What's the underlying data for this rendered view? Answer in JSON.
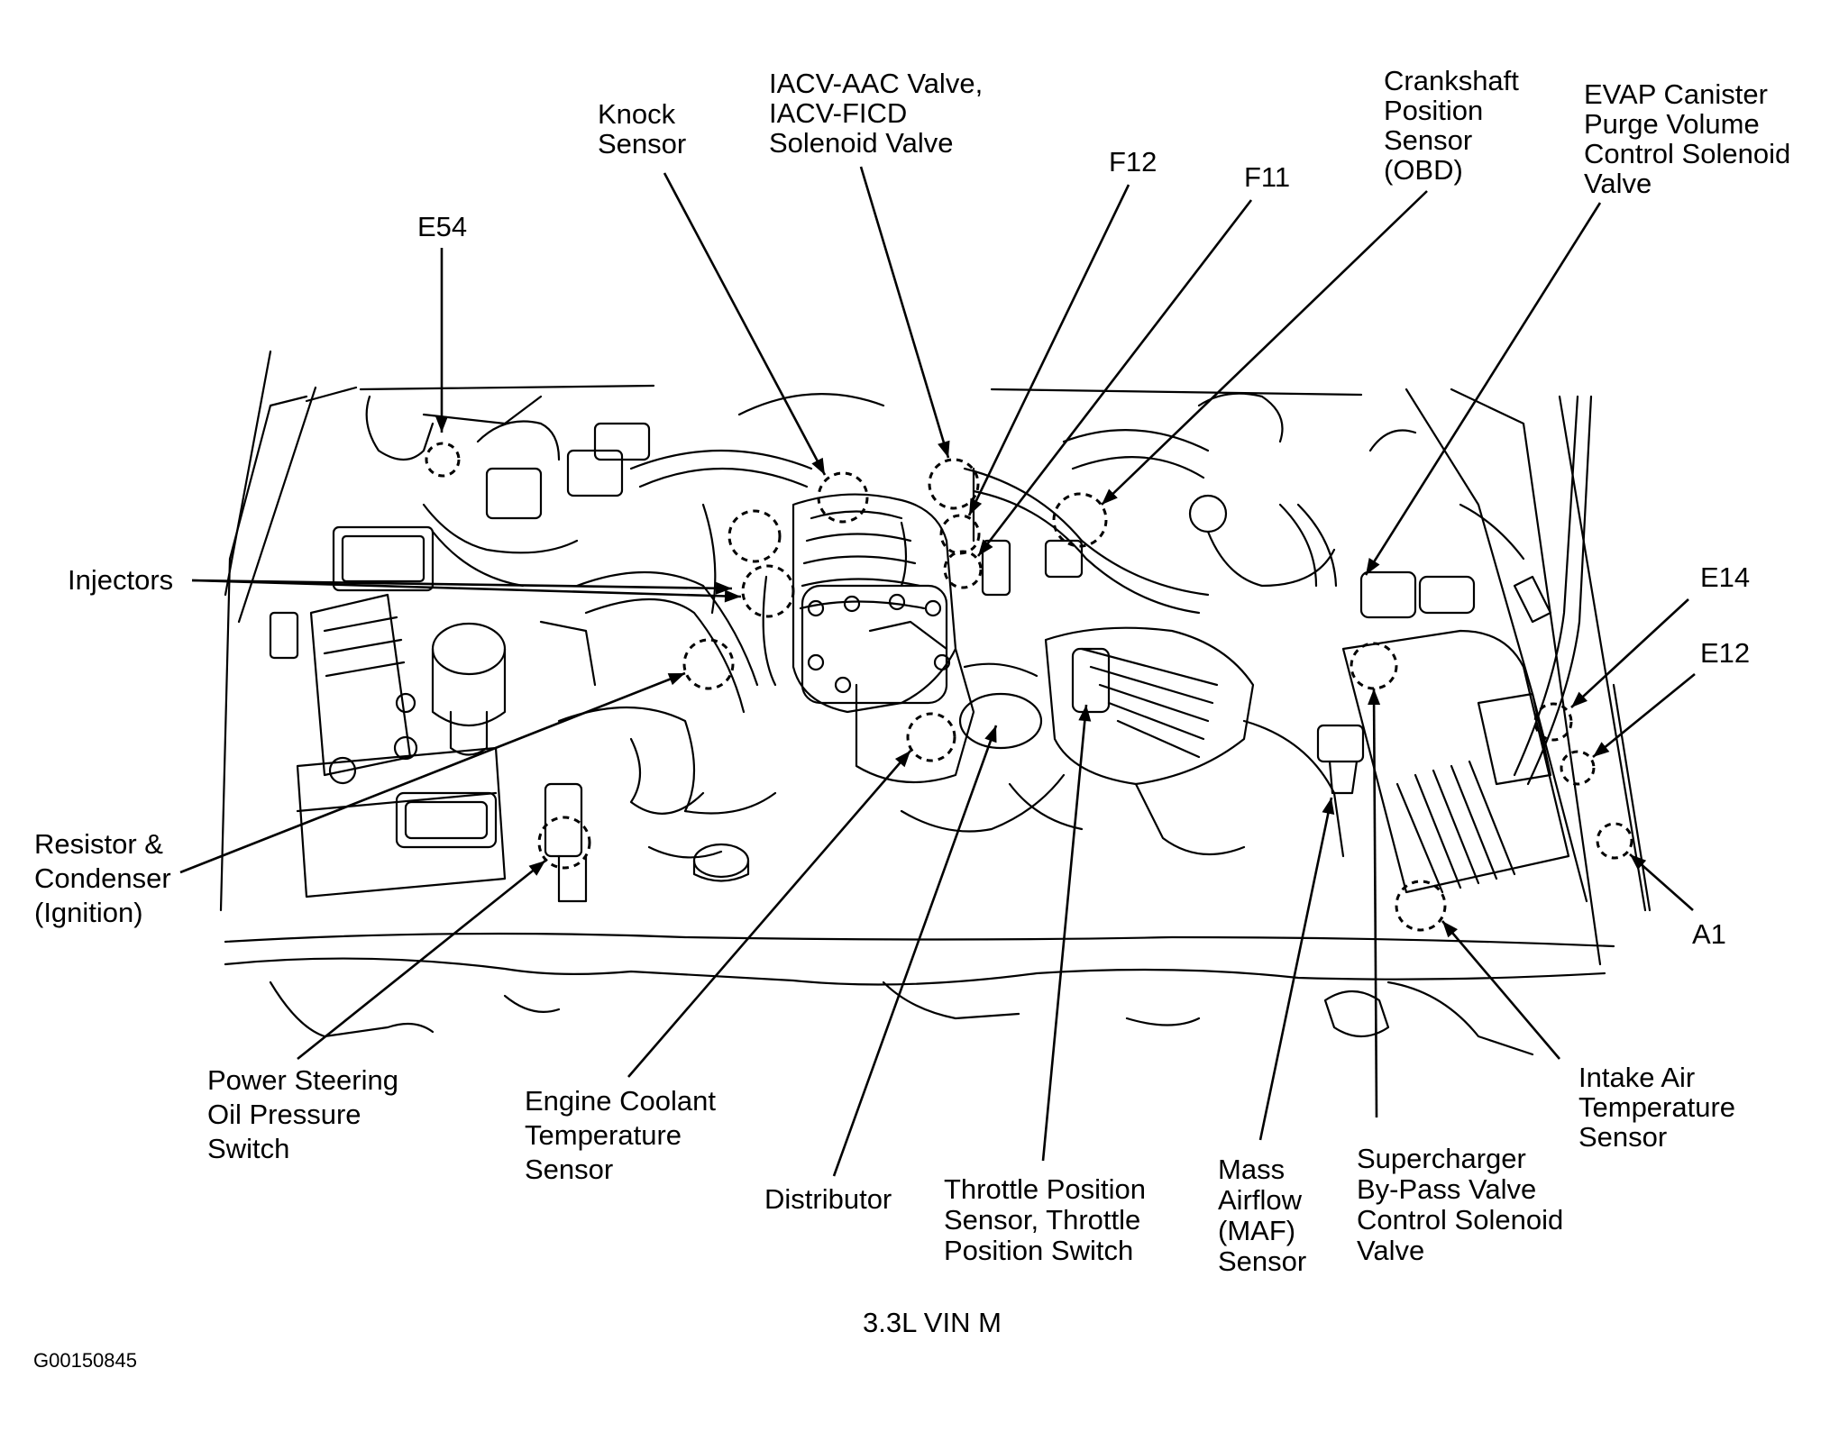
{
  "labels": {
    "knock_sensor": [
      "Knock",
      "Sensor"
    ],
    "iacv": [
      "IACV-AAC Valve,",
      "IACV-FICD",
      "Solenoid Valve"
    ],
    "f12": [
      "F12"
    ],
    "f11": [
      "F11"
    ],
    "crankshaft": [
      "Crankshaft",
      "Position",
      "Sensor",
      "(OBD)"
    ],
    "evap": [
      "EVAP Canister",
      "Purge Volume",
      "Control Solenoid",
      "Valve"
    ],
    "e54": [
      "E54"
    ],
    "injectors": [
      "Injectors"
    ],
    "e14": [
      "E14"
    ],
    "e12": [
      "E12"
    ],
    "resistor": [
      "Resistor &",
      "Condenser",
      "(Ignition)"
    ],
    "a1": [
      "A1"
    ],
    "power_steering": [
      "Power Steering",
      "Oil Pressure",
      "Switch"
    ],
    "coolant": [
      "Engine Coolant",
      "Temperature",
      "Sensor"
    ],
    "distributor": [
      "Distributor"
    ],
    "throttle": [
      "Throttle Position",
      "Sensor, Throttle",
      "Position Switch"
    ],
    "maf": [
      "Mass",
      "Airflow",
      "(MAF)",
      "Sensor"
    ],
    "supercharger": [
      "Supercharger",
      "By-Pass Valve",
      "Control Solenoid",
      "Valve"
    ],
    "intake_air": [
      "Intake Air",
      "Temperature",
      "Sensor"
    ]
  },
  "caption": "3.3L VIN M",
  "figure_code": "G00150845"
}
